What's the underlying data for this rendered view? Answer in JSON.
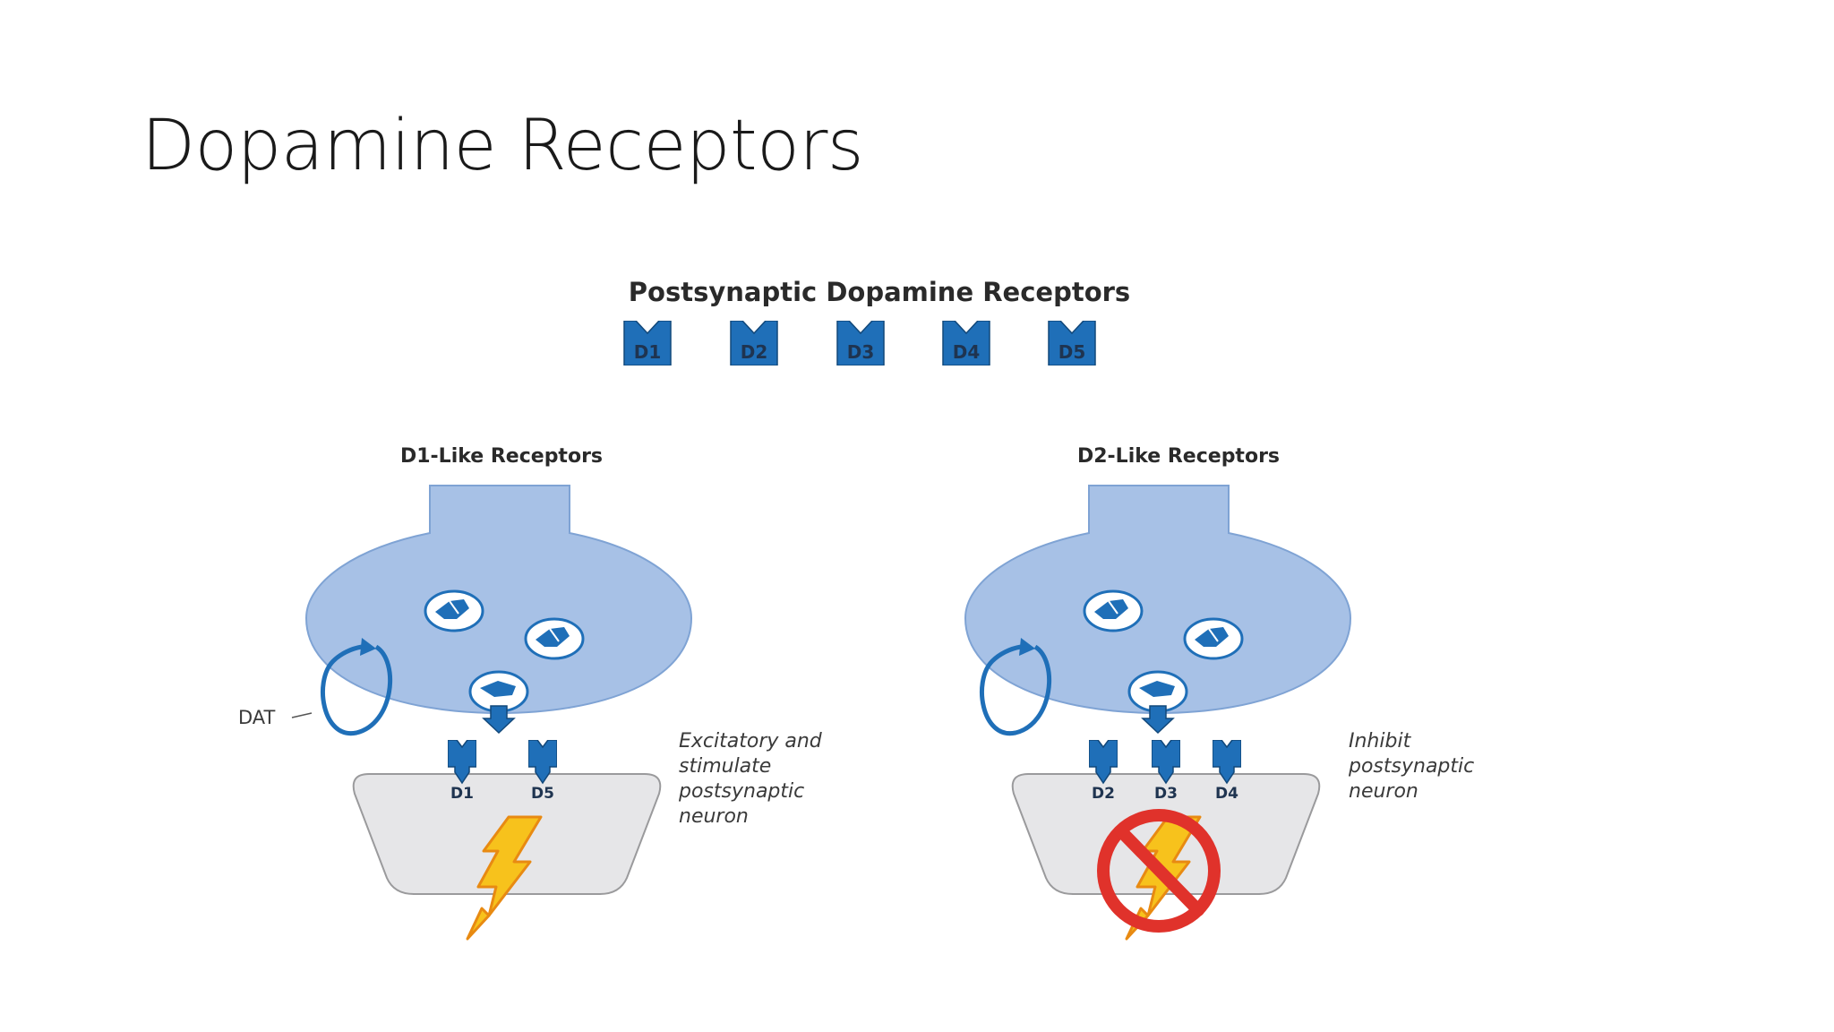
{
  "slide": {
    "title": "Dopamine Receptors"
  },
  "figure": {
    "heading": "Postsynaptic Dopamine Receptors",
    "receptor_types": [
      "D1",
      "D2",
      "D3",
      "D4",
      "D5"
    ],
    "d1_like": {
      "title": "D1-Like Receptors",
      "receptors": [
        "D1",
        "D5"
      ],
      "transporter_label": "DAT",
      "effect_lines": [
        "Excitatory and",
        "stimulate",
        "postsynaptic",
        "neuron"
      ]
    },
    "d2_like": {
      "title": "D2-Like Receptors",
      "receptors": [
        "D2",
        "D3",
        "D4"
      ],
      "effect_lines": [
        "Inhibit",
        "postsynaptic",
        "neuron"
      ]
    }
  },
  "colors": {
    "receptor_blue": "#1f6fb8",
    "terminal_fill": "#a7c1e6",
    "terminal_stroke": "#7fa3d4",
    "postsynaptic_fill": "#e6e6e8",
    "lightning": "#f7c21c",
    "inhibit_red": "#e0322b"
  }
}
